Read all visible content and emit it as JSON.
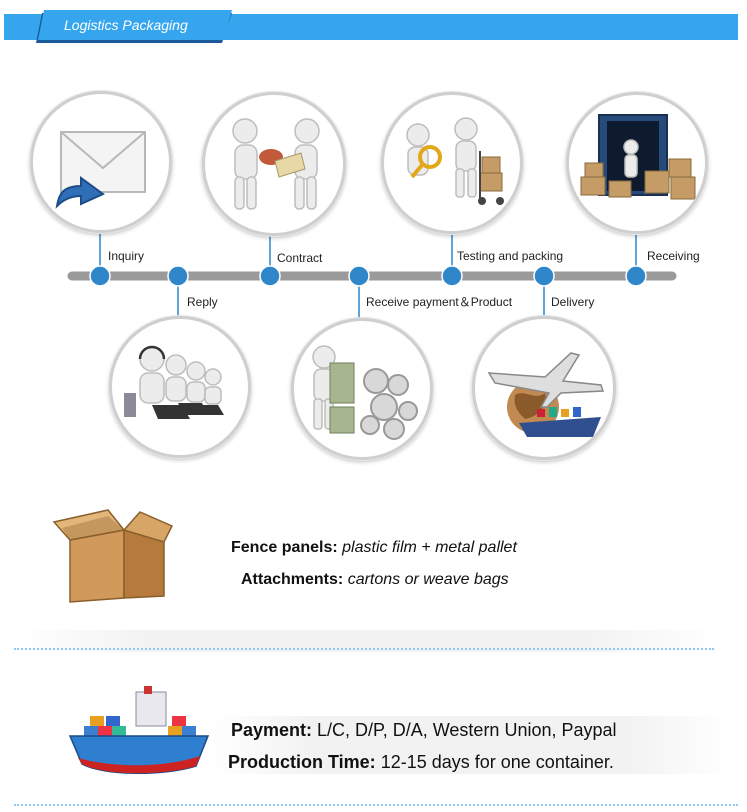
{
  "header": {
    "title": "Logistics Packaging"
  },
  "process": {
    "steps": [
      {
        "label": "Inquiry",
        "icon": "envelope-reply-icon"
      },
      {
        "label": "Reply",
        "icon": "call-center-icon"
      },
      {
        "label": "Contract",
        "icon": "contract-signing-icon"
      },
      {
        "label": "Receive payment＆Product",
        "icon": "money-gears-icon"
      },
      {
        "label": "Testing and packing",
        "icon": "testing-packing-icon"
      },
      {
        "label": "Delivery",
        "icon": "plane-ship-globe-icon"
      },
      {
        "label": "Receiving",
        "icon": "container-boxes-icon"
      }
    ]
  },
  "packaging": {
    "icon": "cardboard-box-icon",
    "fence_label": "Fence panels:",
    "fence_value": "plastic film + metal pallet",
    "attach_label": "Attachments:",
    "attach_value": "cartons or weave bags"
  },
  "terms": {
    "icon": "cargo-ship-icon",
    "payment_label": "Payment:",
    "payment_value": "L/C, D/P, D/A, Western Union, Paypal",
    "production_label": "Production Time:",
    "production_value": "12-15 days for one container."
  },
  "colors": {
    "accent": "#35a6ee",
    "node": "#2f86c8",
    "timeline": "#9a9a9a",
    "divider": "#8ec7ef"
  }
}
